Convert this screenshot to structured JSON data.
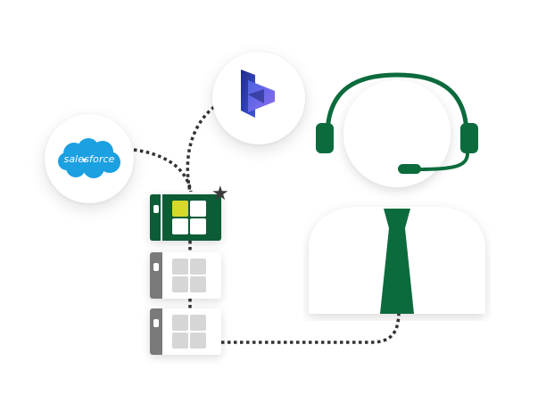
{
  "integrations": {
    "salesforce": {
      "logo_text": "salesforce",
      "color": "#1ba0e2"
    },
    "dynamics": {
      "icon": "dynamics-365-icon",
      "colors": [
        "#1f2a8c",
        "#3c55d8",
        "#8a6df0"
      ]
    }
  },
  "agent": {
    "icon": "headset-agent-icon",
    "accent": "#0c6b3d"
  },
  "app_stack": {
    "items": [
      {
        "state": "active",
        "favorite": true
      },
      {
        "state": "inactive",
        "favorite": false
      },
      {
        "state": "inactive",
        "favorite": false
      }
    ],
    "active_color": "#0c5c36",
    "highlight_color": "#d6d82a"
  }
}
